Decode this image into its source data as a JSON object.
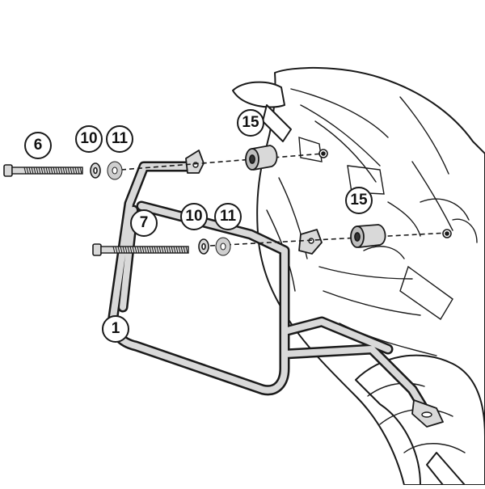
{
  "colors": {
    "line": "#1a1a1a",
    "frame_fill": "#d9d9d9",
    "washer_fill": "#cfcfcf",
    "bike_fill": "#ffffff",
    "callout_fill": "#ffffff"
  },
  "callouts": [
    {
      "id": "c6",
      "label": "6",
      "part": "long-bolt-upper"
    },
    {
      "id": "c10a",
      "label": "10",
      "part": "nut-upper"
    },
    {
      "id": "c11a",
      "label": "11",
      "part": "washer-upper"
    },
    {
      "id": "c15a",
      "label": "15",
      "part": "spacer-upper"
    },
    {
      "id": "c15b",
      "label": "15",
      "part": "spacer-lower"
    },
    {
      "id": "c7",
      "label": "7",
      "part": "long-bolt-lower"
    },
    {
      "id": "c10b",
      "label": "10",
      "part": "nut-lower"
    },
    {
      "id": "c11b",
      "label": "11",
      "part": "washer-lower"
    },
    {
      "id": "c1",
      "label": "1",
      "part": "side-frame"
    }
  ]
}
